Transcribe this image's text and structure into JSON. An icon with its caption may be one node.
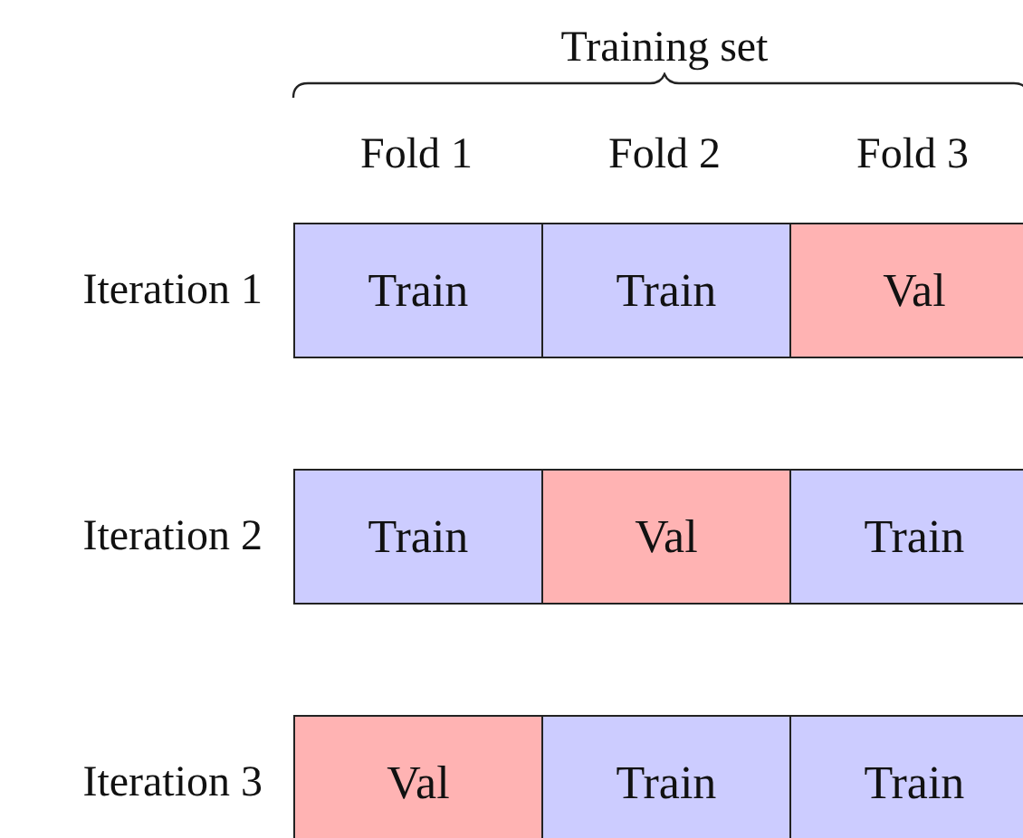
{
  "diagram": {
    "nodes": [
      {
        "text": [
          "Train"
        ]
      },
      {
        "text": [
          "Train"
        ]
      },
      {
        "text": [
          "Val"
        ]
      },
      {
        "text": [
          "Train"
        ]
      },
      {
        "text": [
          "Val"
        ]
      },
      {
        "text": [
          "Train"
        ]
      },
      {
        "text": [
          "Val"
        ]
      },
      {
        "text": [
          "Train"
        ]
      },
      {
        "text": [
          "Train"
        ]
      }
    ],
    "labels": [
      "Training set",
      "Fold 1",
      "Fold 2",
      "Fold 3",
      "Iteration 1",
      "Iteration 2",
      "Iteration 3"
    ]
  }
}
